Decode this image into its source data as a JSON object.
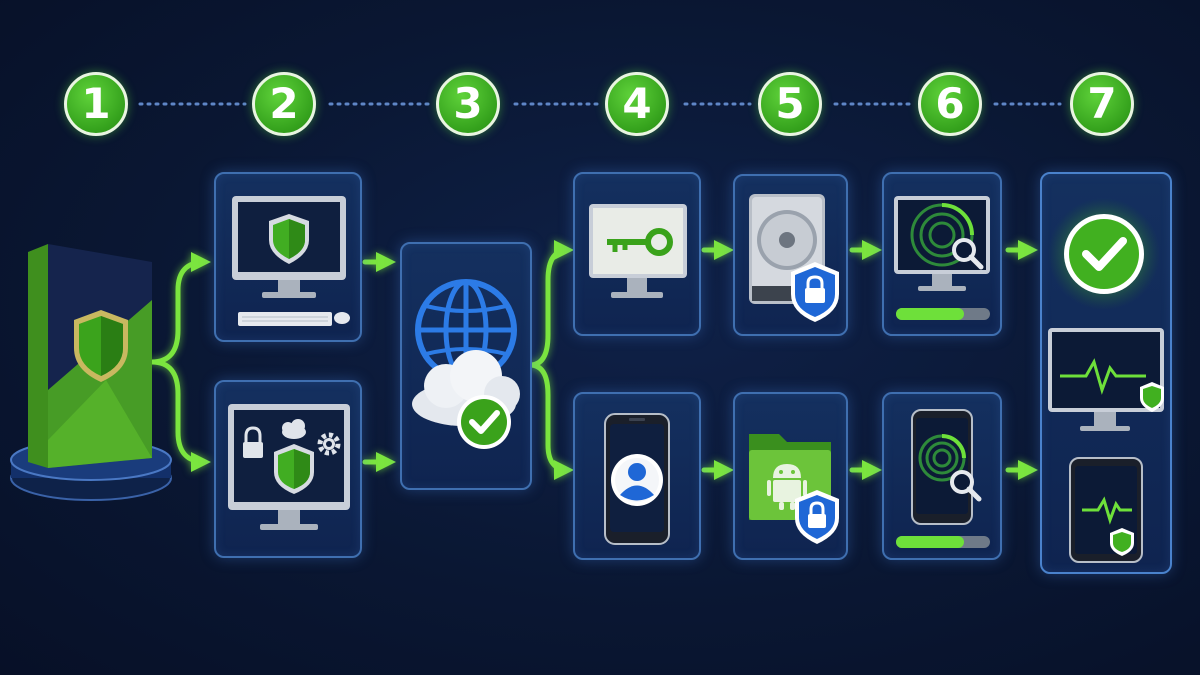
{
  "steps": [
    {
      "label": "1"
    },
    {
      "label": "2"
    },
    {
      "label": "3"
    },
    {
      "label": "4"
    },
    {
      "label": "5"
    },
    {
      "label": "6"
    },
    {
      "label": "7"
    }
  ],
  "colors": {
    "accent_green": "#6ee03a",
    "step_green": "#34a11c",
    "card_border": "#3f6fb0",
    "card_fill": "#14305f",
    "background": "#0a1733",
    "shield_blue": "#1f67d6"
  },
  "icons": {
    "step1": [
      "software-box-icon",
      "shield-icon"
    ],
    "step2": [
      "desktop-computer-icon",
      "keyboard-icon",
      "mouse-icon",
      "lock-icon",
      "cloud-icon",
      "gear-icon"
    ],
    "step3": [
      "globe-icon",
      "cloud-icon",
      "checkmark-icon"
    ],
    "step4": [
      "key-icon",
      "smartphone-icon",
      "user-avatar-icon"
    ],
    "step5": [
      "hard-drive-icon",
      "android-folder-icon",
      "lock-shield-icon"
    ],
    "step6": [
      "radar-scan-icon",
      "magnifier-icon",
      "progress-bar"
    ],
    "step7": [
      "success-check-icon",
      "heartbeat-monitor-icon",
      "shield-icon"
    ]
  },
  "progress": {
    "desktop_scan": 0.72,
    "mobile_scan": 0.72
  }
}
